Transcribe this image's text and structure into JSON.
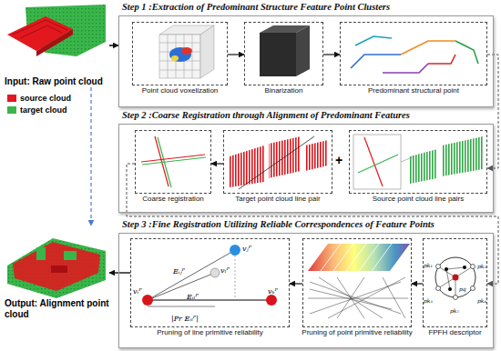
{
  "diagram": {
    "nodes": [
      {
        "text": [
          "Input: Raw point cloud"
        ]
      },
      {
        "text": [
          "Step 1 :Extraction of Predominant Structure Feature Point Clusters"
        ]
      },
      {
        "text": [
          "Point cloud voxelization"
        ],
        "in": 1
      },
      {
        "text": [
          "Binarization"
        ],
        "in": 1
      },
      {
        "text": [
          "Predominant structural point"
        ],
        "in": 1
      },
      {
        "text": [
          "Step 2 :Coarse Registration through Alignment of Predominant Features"
        ]
      },
      {
        "text": [
          "Coarse registration"
        ],
        "in": 5
      },
      {
        "text": [
          "Target point cloud line pair"
        ],
        "in": 5
      },
      {
        "text": [
          "Source point cloud line pairs"
        ],
        "in": 5
      },
      {
        "text": [
          "Step 3 :Fine Registration Utilizing Reliable Correspondences of Feature Points"
        ]
      },
      {
        "text": [
          "Pruning of line primitive reliability"
        ],
        "in": 9
      },
      {
        "text": [
          "Pruning of point primitive reliability"
        ],
        "in": 9
      },
      {
        "text": [
          "FPFH descriptor"
        ],
        "in": 9
      },
      {
        "text": [
          "Output: Alignment point cloud"
        ]
      }
    ],
    "edges": [
      {
        "from": 0,
        "to": 1,
        "arrow": "to"
      },
      {
        "from": 2,
        "to": 3,
        "arrow": "to"
      },
      {
        "from": 3,
        "to": 4,
        "arrow": "to"
      },
      {
        "from": 4,
        "to": 8,
        "arrow": "to"
      },
      {
        "from": 7,
        "to": 6,
        "arrow": "to"
      },
      {
        "from": 6,
        "to": 12,
        "arrow": "to"
      },
      {
        "from": 12,
        "to": 11,
        "arrow": "to"
      },
      {
        "from": 11,
        "to": 10,
        "arrow": "to"
      },
      {
        "from": 10,
        "to": 13,
        "arrow": "to"
      },
      {
        "from": 0,
        "to": 13,
        "arrow": "to"
      }
    ],
    "labels": [
      "+",
      "vⱼᴾ",
      "vₗᴾ",
      "vᵢᴾ",
      "vₖᴾ",
      "Eᵢⱼᴾ",
      "Eᵢₗᴾ",
      "|Pr Eᵢₗᴾ|",
      "pq",
      "pk₁",
      "pk₂",
      "pk₃",
      "pk₄",
      "pk₅"
    ],
    "legend": [
      {
        "text": "source cloud",
        "color": "#e3171e"
      },
      {
        "text": "target cloud",
        "color": "#39b54a"
      }
    ]
  }
}
